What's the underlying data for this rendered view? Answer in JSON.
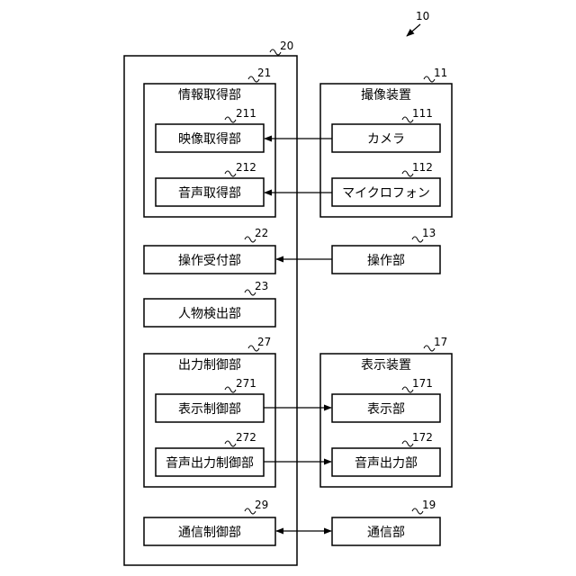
{
  "figure_ref": "10",
  "device": {
    "ref": "20",
    "info_acquisition": {
      "ref": "21",
      "label": "情報取得部",
      "video": {
        "ref": "211",
        "label": "映像取得部"
      },
      "audio": {
        "ref": "212",
        "label": "音声取得部"
      }
    },
    "operation_receiver": {
      "ref": "22",
      "label": "操作受付部"
    },
    "person_detector": {
      "ref": "23",
      "label": "人物検出部"
    },
    "output_controller": {
      "ref": "27",
      "label": "出力制御部",
      "display_ctrl": {
        "ref": "271",
        "label": "表示制御部"
      },
      "audio_out_ctrl": {
        "ref": "272",
        "label": "音声出力制御部"
      }
    },
    "comm_controller": {
      "ref": "29",
      "label": "通信制御部"
    }
  },
  "imaging_device": {
    "ref": "11",
    "label": "撮像装置",
    "camera": {
      "ref": "111",
      "label": "カメラ"
    },
    "microphone": {
      "ref": "112",
      "label": "マイクロフォン"
    }
  },
  "operation_unit": {
    "ref": "13",
    "label": "操作部"
  },
  "display_device": {
    "ref": "17",
    "label": "表示装置",
    "display": {
      "ref": "171",
      "label": "表示部"
    },
    "audio_output": {
      "ref": "172",
      "label": "音声出力部"
    }
  },
  "communication_unit": {
    "ref": "19",
    "label": "通信部"
  }
}
